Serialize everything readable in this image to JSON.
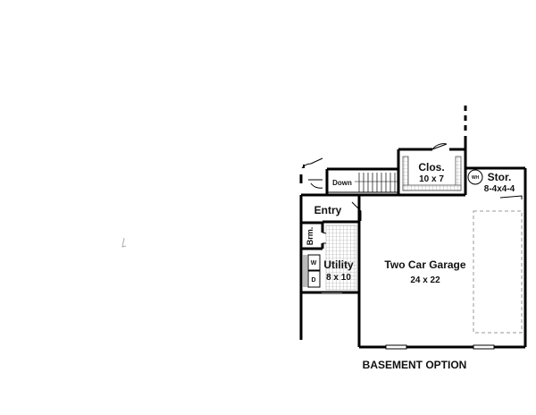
{
  "rooms": {
    "closet": {
      "name": "Clos.",
      "size": "10 x 7"
    },
    "storage": {
      "name": "Stor.",
      "size": "8-4x4-4"
    },
    "entry": {
      "name": "Entry"
    },
    "bathroom": {
      "name": "Brm."
    },
    "utility": {
      "name": "Utility",
      "size": "8 x 10"
    },
    "garage": {
      "name": "Two Car Garage",
      "size": "24 x 22"
    }
  },
  "labels": {
    "stairs": "Down",
    "water_heater": "WH",
    "washer": "W",
    "dryer": "D"
  },
  "caption": "BASEMENT OPTION"
}
